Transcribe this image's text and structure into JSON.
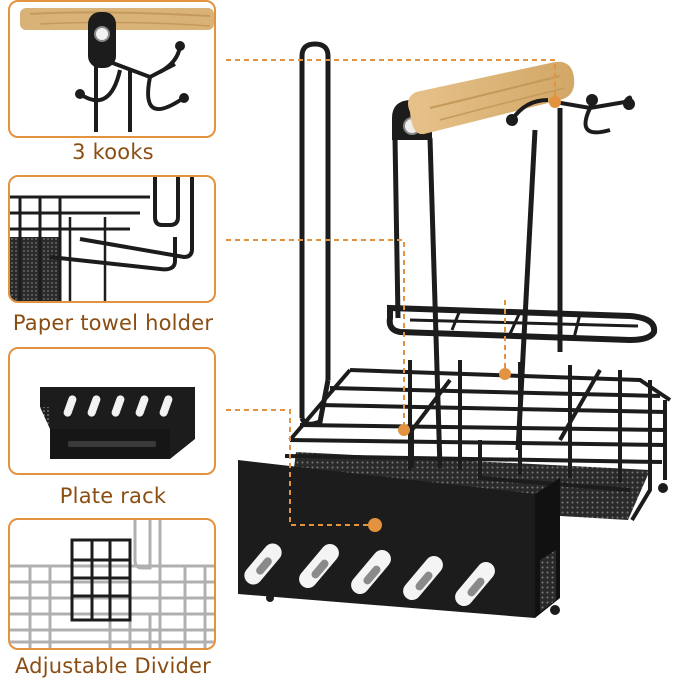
{
  "callouts": [
    {
      "label": "3 kooks",
      "icon": "hooks-closeup"
    },
    {
      "label": "Paper towel holder",
      "icon": "paper-towel-holder-closeup"
    },
    {
      "label": "Plate rack",
      "icon": "plate-rack-closeup"
    },
    {
      "label": "Adjustable Divider",
      "icon": "adjustable-divider-closeup"
    }
  ],
  "colors": {
    "accent": "#e3923f",
    "caption_text": "#8a4d12",
    "metal": "#1c1c1c",
    "wood": "#d9b277"
  }
}
